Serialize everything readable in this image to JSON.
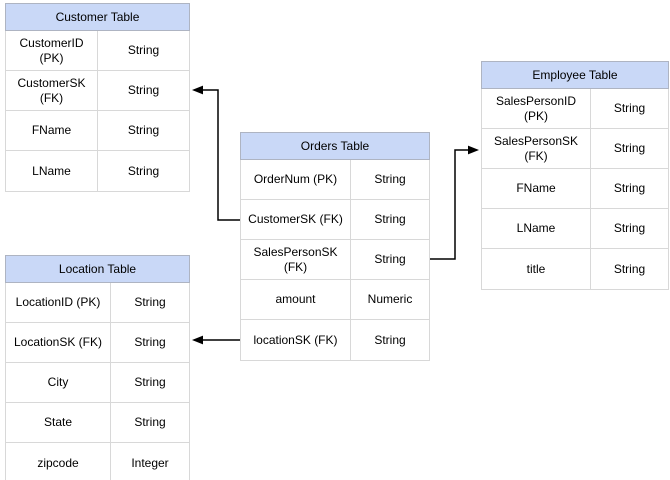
{
  "tables": [
    {
      "name": "customer",
      "title": "Customer Table",
      "rows": [
        {
          "field": "CustomerID (PK)",
          "type": "String"
        },
        {
          "field": "CustomerSK (FK)",
          "type": "String"
        },
        {
          "field": "FName",
          "type": "String"
        },
        {
          "field": "LName",
          "type": "String"
        }
      ]
    },
    {
      "name": "orders",
      "title": "Orders Table",
      "rows": [
        {
          "field": "OrderNum (PK)",
          "type": "String"
        },
        {
          "field": "CustomerSK (FK)",
          "type": "String"
        },
        {
          "field": "SalesPersonSK (FK)",
          "type": "String"
        },
        {
          "field": "amount",
          "type": "Numeric"
        },
        {
          "field": "locationSK (FK)",
          "type": "String"
        }
      ]
    },
    {
      "name": "employee",
      "title": "Employee Table",
      "rows": [
        {
          "field": "SalesPersonID (PK)",
          "type": "String"
        },
        {
          "field": "SalesPersonSK (FK)",
          "type": "String"
        },
        {
          "field": "FName",
          "type": "String"
        },
        {
          "field": "LName",
          "type": "String"
        },
        {
          "field": "title",
          "type": "String"
        }
      ]
    },
    {
      "name": "location",
      "title": "Location Table",
      "rows": [
        {
          "field": "LocationID (PK)",
          "type": "String"
        },
        {
          "field": "LocationSK (FK)",
          "type": "String"
        },
        {
          "field": "City",
          "type": "String"
        },
        {
          "field": "State",
          "type": "String"
        },
        {
          "field": "zipcode",
          "type": "Integer"
        }
      ]
    }
  ],
  "connectors": [
    {
      "from": "Orders Table.CustomerSK (FK)",
      "to": "Customer Table.CustomerSK (FK)",
      "arrow": "filled-triangle"
    },
    {
      "from": "Orders Table.SalesPersonSK (FK)",
      "to": "Employee Table.SalesPersonSK (FK)",
      "arrow": "filled-triangle"
    },
    {
      "from": "Orders Table.locationSK (FK)",
      "to": "Location Table.LocationSK (FK)",
      "arrow": "filled-triangle"
    }
  ],
  "colors": {
    "header_fill": "#C9D8F7",
    "header_border": "#AEB4C2",
    "cell_border": "#D8D8D8",
    "connector": "#000000",
    "background": "#FFFFFF"
  }
}
